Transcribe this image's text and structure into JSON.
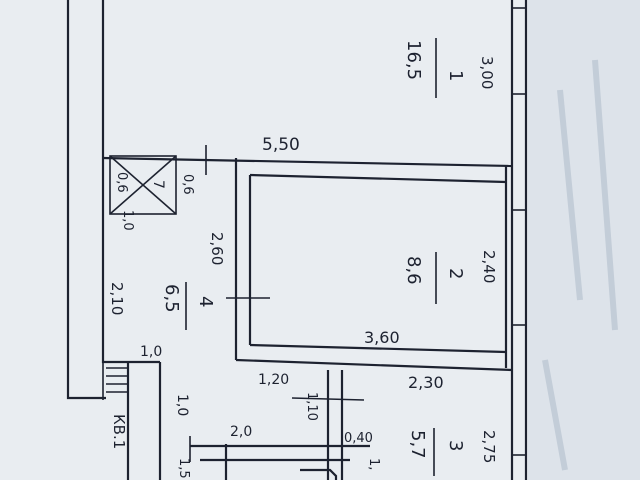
{
  "colors": {
    "paper": "#e9edf1",
    "backdrop": "#7f8fa6",
    "ink": "#1d2230",
    "faint": "#b9c4d1"
  },
  "rooms": [
    {
      "number": "1",
      "area": "16,5"
    },
    {
      "number": "2",
      "area": "8,6"
    },
    {
      "number": "3",
      "area": "5,7"
    },
    {
      "number": "4",
      "area": "6,5"
    },
    {
      "number": "7",
      "area": ""
    }
  ],
  "dimensions": {
    "d_300": "3,00",
    "d_550": "5,50",
    "d_240": "2,40",
    "d_260": "2,60",
    "d_360": "3,60",
    "d_060a": "0,6",
    "d_060b": "0,6",
    "d_100a": "1,0",
    "d_210": "2,10",
    "d_100b": "1,0",
    "d_120": "1,20",
    "d_230": "2,30",
    "d_100c": "1,0",
    "d_110": "1,10",
    "d_275": "2,75",
    "d_200": "2,0",
    "d_040": "0,40",
    "d_150": "1,5",
    "d_1": "1,"
  },
  "apartment_label": "КВ.1"
}
